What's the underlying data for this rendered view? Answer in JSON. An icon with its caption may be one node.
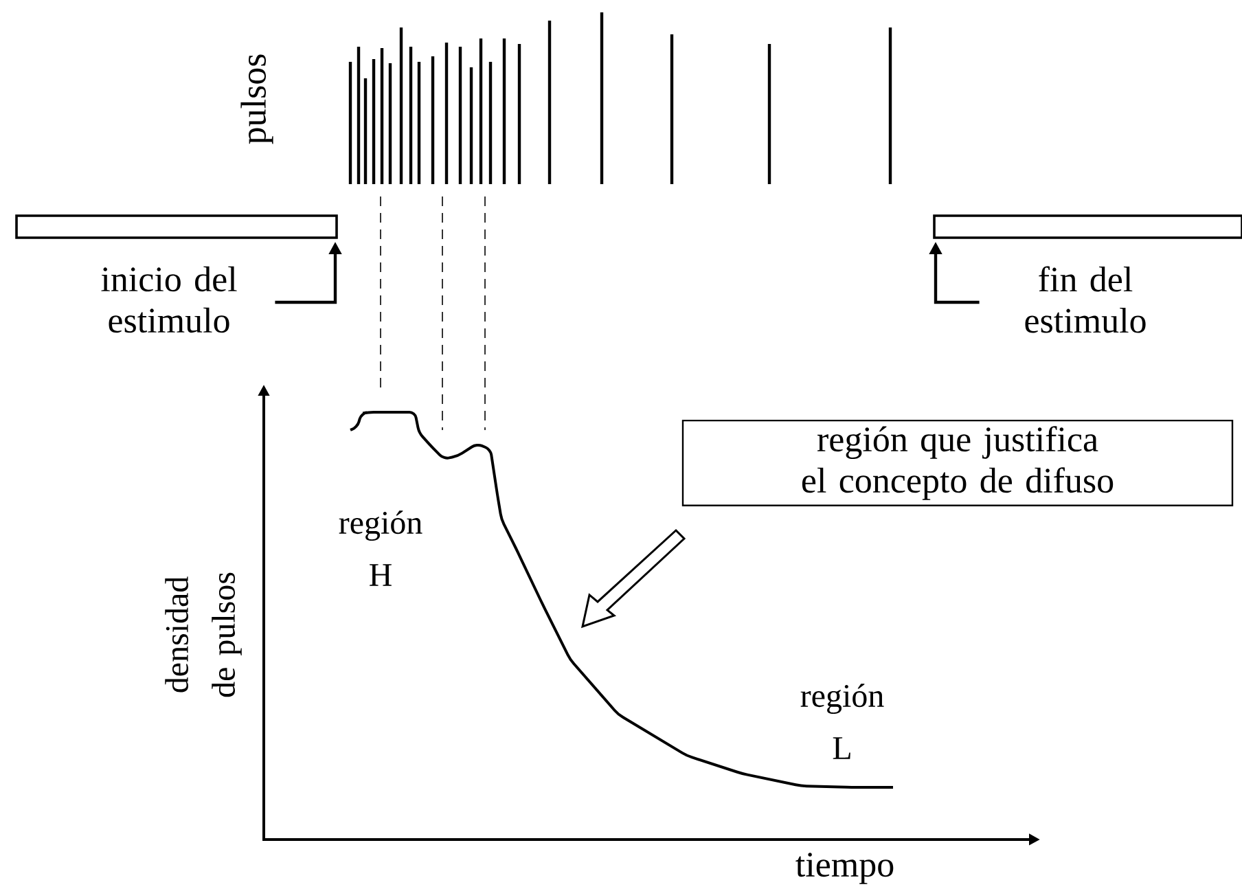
{
  "diagram": {
    "nodes": [
      {
        "text": [],
        "shape": "box"
      },
      {
        "text": [
          "inicio del estimulo"
        ]
      },
      {
        "text": [],
        "shape": "box"
      },
      {
        "text": [
          "fin del estimulo"
        ]
      },
      {
        "text": [
          "región que justifica el concepto de difuso"
        ]
      }
    ],
    "edges": [
      {
        "from": 1,
        "to": 0,
        "arrow": "to"
      },
      {
        "from": 3,
        "to": 2,
        "arrow": "to"
      },
      {
        "from": 4,
        "to": null,
        "arrow": "to"
      }
    ],
    "labels": [
      "pulsos",
      "región H",
      "densidad de pulsos",
      "región L",
      "tiempo"
    ]
  }
}
